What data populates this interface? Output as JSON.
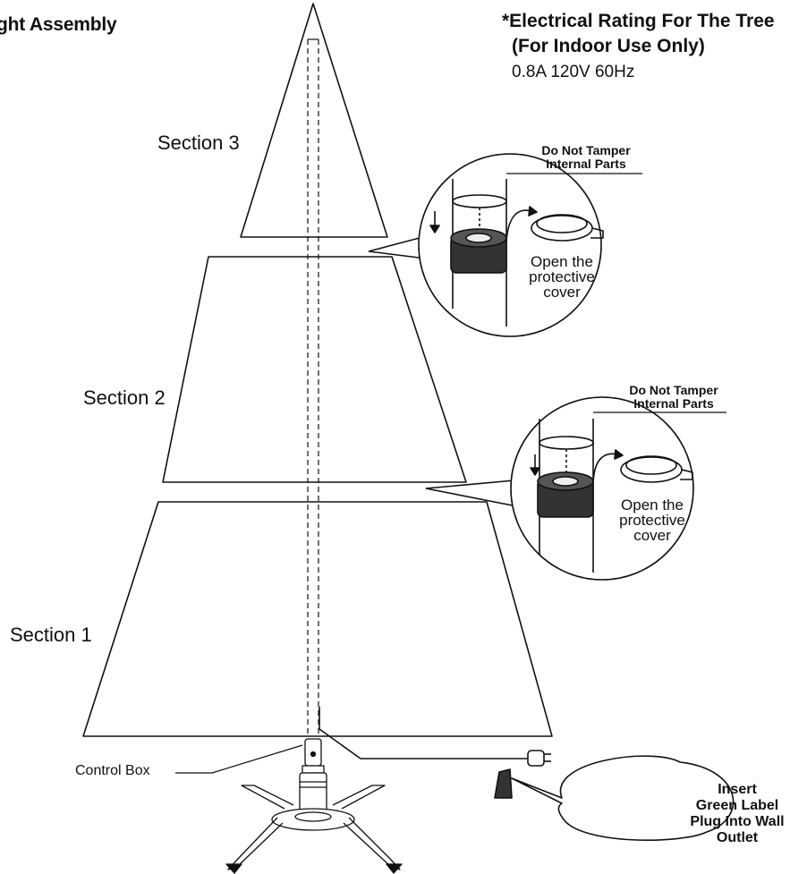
{
  "title": "ght Assembly",
  "rating": {
    "line1": "*Electrical Rating For The Tree",
    "line2": "(For Indoor Use Only)",
    "value": "0.8A 120V 60Hz"
  },
  "sections": {
    "section3": "Section 3",
    "section2": "Section 2",
    "section1": "Section 1"
  },
  "callouts": {
    "upper": {
      "warning_line1": "Do Not Tamper",
      "warning_line2": "Internal Parts",
      "instruction_line1": "Open the",
      "instruction_line2": "protective",
      "instruction_line3": "cover"
    },
    "lower": {
      "warning_line1": "Do Not Tamper",
      "warning_line2": "Internal Parts",
      "instruction_line1": "Open the",
      "instruction_line2": "protective",
      "instruction_line3": "cover"
    }
  },
  "control_box_label": "Control Box",
  "plug_label": {
    "line1": "Insert",
    "line2": "Green Label",
    "line3": "Plug Into Wall",
    "line4": "Outlet"
  },
  "colors": {
    "line": "#111111",
    "background": "#ffffff"
  }
}
